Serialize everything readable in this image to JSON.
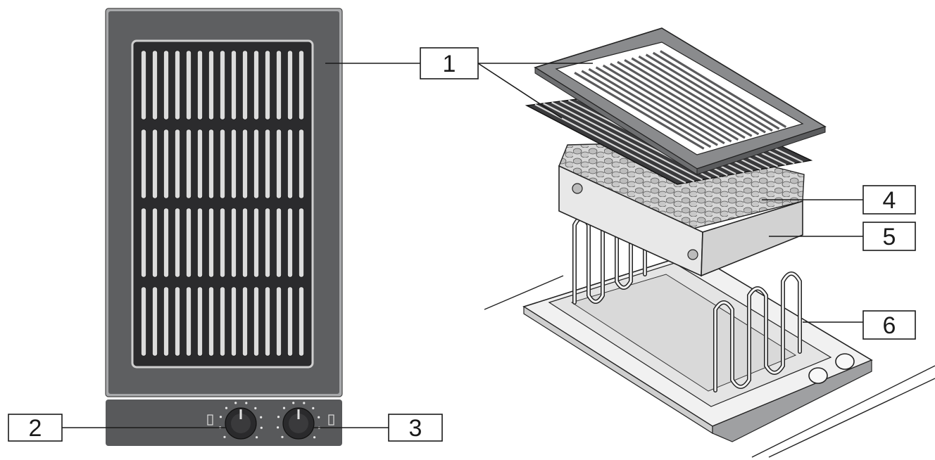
{
  "labels": {
    "l1": "1",
    "l2": "2",
    "l3": "3",
    "l4": "4",
    "l5": "5",
    "l6": "6"
  },
  "colors": {
    "panel": "#5e5f61",
    "panel_dark": "#3f4042",
    "control_strip": "#58595b",
    "grate_bar": "#1d1d1f",
    "grate_slot": "#dcdcdc",
    "frame_gray": "#8a8b8d",
    "steel_light": "#ececec",
    "lava_stone": "#cfcfcf"
  }
}
